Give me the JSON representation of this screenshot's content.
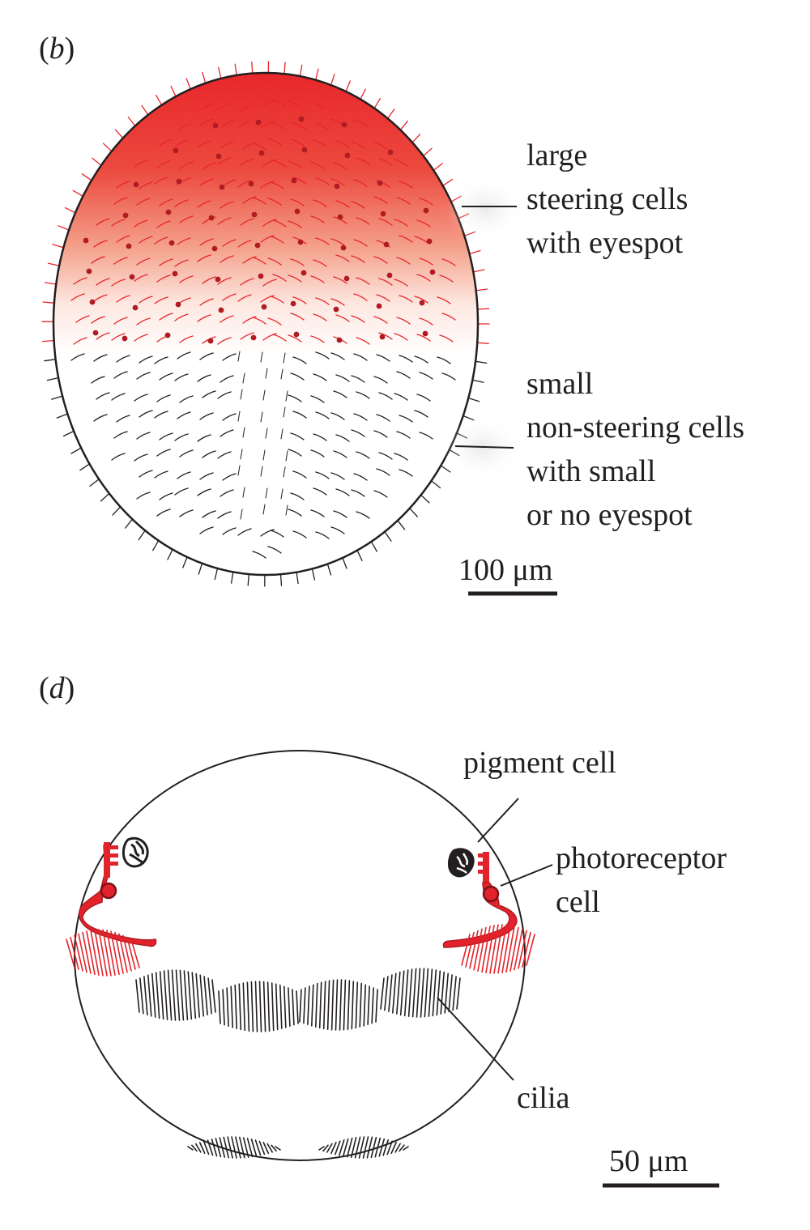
{
  "panel_b": {
    "tag_open": "(",
    "tag_letter": "b",
    "tag_close": ")",
    "label_top": [
      "large",
      "steering cells",
      "with eyespot"
    ],
    "label_bottom": [
      "small",
      "non-steering cells",
      "with small",
      "or no eyespot"
    ],
    "scale_text": "100 μm",
    "colors": {
      "steering": "#e8262a",
      "eyespot": "#b01c22",
      "outline": "#231f20"
    }
  },
  "panel_d": {
    "tag_open": "(",
    "tag_letter": "d",
    "tag_close": ")",
    "label_pigment": "pigment cell",
    "label_photoreceptor": [
      "photoreceptor",
      "cell"
    ],
    "label_cilia": "cilia",
    "scale_text": "50 μm",
    "colors": {
      "photoreceptor": "#e2232b",
      "cilia_red": "#e2232b",
      "cilia_black": "#231f20"
    }
  }
}
